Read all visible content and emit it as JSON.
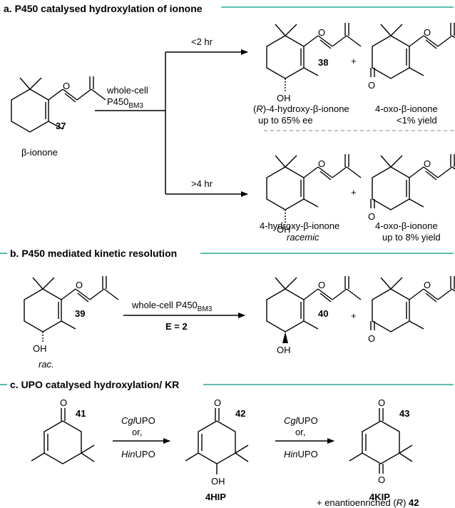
{
  "sections": {
    "a_title": "a. P450 catalysed hydroxylation of ionone",
    "b_title": "b. P450 mediated kinetic resolution",
    "c_title": "c. UPO catalysed hydroxylation/ KR"
  },
  "section_a": {
    "start_num": "37",
    "start_name": "β-ionone",
    "reagent_line1": "whole-cell",
    "reagent_p450": "P450",
    "reagent_sub": "BM3",
    "upper_time": "<2 hr",
    "lower_time": ">4 hr",
    "p1_num": "38",
    "p1_name_R": "R",
    "p1_name_rest": "-4-hydroxy-β-ionone",
    "p1_ee": "up to 65% ee",
    "plus": "+",
    "p2_name": "4-oxo-β-ionone",
    "p2_yield": "<1% yield",
    "p3_name": "4-hydroxy-β-ionone",
    "p3_sub": "racemic",
    "p4_name": "4-oxo-β-ionone",
    "p4_yield": "up to 8% yield"
  },
  "section_b": {
    "start_num": "39",
    "start_sub": "rac.",
    "reagent": "whole-cell P450",
    "reagent_sub": "BM3",
    "e_value": "E = 2",
    "product_num": "40",
    "plus": "+"
  },
  "section_c": {
    "start_num": "41",
    "reagent_cgl": "Cgl",
    "reagent_upo": "UPO",
    "reagent_or": "or,",
    "reagent_hin": "Hin",
    "mid_num": "42",
    "mid_code": "4HIP",
    "final_num": "43",
    "final_code": "4KIP",
    "footnote_pre": "+ enantioenriched (",
    "footnote_R": "R",
    "footnote_post": ") ",
    "footnote_num": "42"
  },
  "atoms": {
    "oxygen": "O",
    "hydroxyl": "OH"
  },
  "colors": {
    "separator": "#2aa89a",
    "dashed_divider": "#9e9e9e"
  }
}
